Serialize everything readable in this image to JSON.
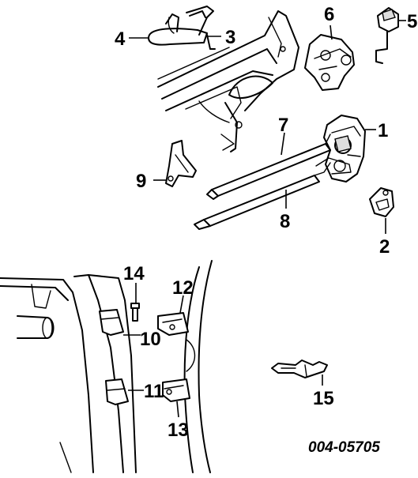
{
  "callouts": {
    "c1": "1",
    "c2": "2",
    "c3": "3",
    "c4": "4",
    "c5": "5",
    "c6": "6",
    "c7": "7",
    "c8": "8",
    "c9": "9",
    "c10": "10",
    "c11": "11",
    "c12": "12",
    "c13": "13",
    "c14": "14",
    "c15": "15"
  },
  "diagram_code": "004-05705"
}
